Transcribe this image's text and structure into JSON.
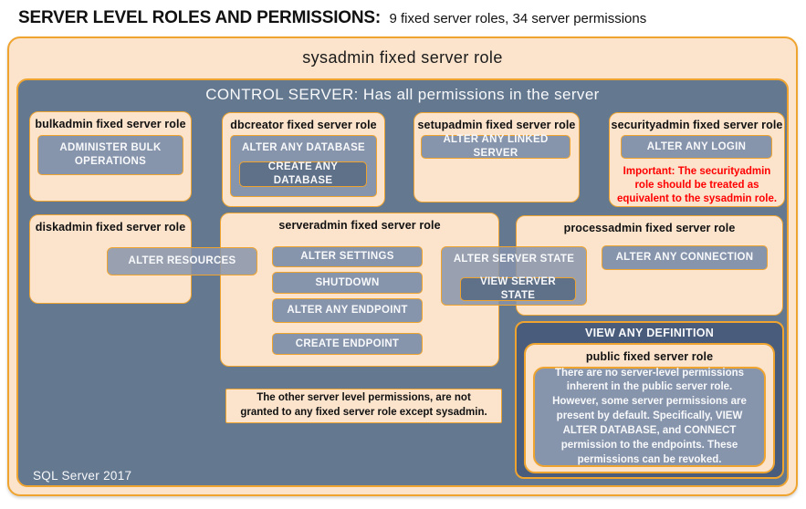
{
  "colors": {
    "gold": "#EFA42F",
    "peach": "#FBE3CC",
    "blue": "#64788F",
    "pill": "#8694AC",
    "pill-dark": "#5F7089",
    "navy": "#4A5C7B",
    "red": "#FF0000",
    "ink": "#111111",
    "white-text": "#F8F9FB"
  },
  "header": {
    "title": "SERVER LEVEL ROLES AND PERMISSIONS:",
    "subtitle": "9 fixed server roles, 34 server permissions"
  },
  "sysadmin": {
    "title": "sysadmin fixed server role"
  },
  "control": {
    "title": "CONTROL SERVER: Has all permissions in the server",
    "footer": "SQL Server 2017"
  },
  "roles": {
    "bulkadmin": {
      "title": "bulkadmin fixed server role",
      "permission": "ADMINISTER  BULK OPERATIONS"
    },
    "dbcreator": {
      "title": "dbcreator fixed server role",
      "outer_permission": "ALTER ANY DATABASE",
      "inner_permission": "CREATE ANY DATABASE"
    },
    "setupadmin": {
      "title": "setupadmin fixed server role",
      "permission": "ALTER ANY LINKED SERVER"
    },
    "securityadmin": {
      "title": "securityadmin fixed server role",
      "permission": "ALTER ANY LOGIN",
      "warning": "Important: The securityadmin role should be treated as equivalent to the sysadmin role."
    },
    "diskadmin": {
      "title": "diskadmin fixed server role",
      "permission": "ALTER RESOURCES"
    },
    "serveradmin": {
      "title": "serveradmin fixed server role",
      "permissions": [
        "ALTER SETTINGS",
        "SHUTDOWN",
        "ALTER ANY ENDPOINT",
        "CREATE ENDPOINT"
      ],
      "outer_permission": "ALTER SERVER STATE",
      "inner_permission": "VIEW SERVER STATE"
    },
    "processadmin": {
      "title": "processadmin fixed server role",
      "permission": "ALTER ANY CONNECTION"
    },
    "public": {
      "container_permission": "VIEW ANY DEFINITION",
      "title": "public fixed server role",
      "text": "There are no server-level permissions inherent in the public server role. However, some server permissions are present by default. Specifically, VIEW ALTER DATABASE, and CONNECT permission to the endpoints. These permissions can be revoked."
    }
  },
  "note": "The other server level permissions,  are not granted to any fixed server role except sysadmin."
}
